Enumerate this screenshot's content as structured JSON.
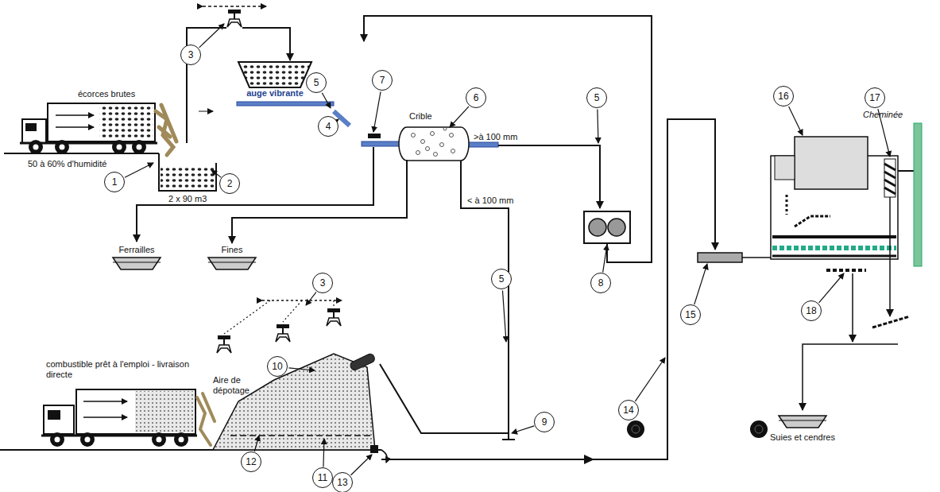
{
  "diagram": {
    "nodes": [
      {
        "text": [
          "auge vibrante"
        ]
      },
      {
        "text": [
          "Crible"
        ]
      },
      {
        "text": [
          "Ferrailles"
        ]
      },
      {
        "text": [
          "Fines"
        ]
      },
      {
        "text": [
          "Suies et cendres"
        ]
      }
    ],
    "edges": [
      {
        "from": 1,
        "to": 3,
        "arrow": "to"
      }
    ],
    "labels": [
      "écorces brutes",
      "50 à 60% d'humidité",
      "2 x 90 m3",
      ">à 100 mm",
      "< à 100 mm",
      "combustible prêt à l'emploi - livraison directe",
      "Aire de dépotage",
      "Cheminée",
      "1",
      "2",
      "3",
      "3",
      "4",
      "5",
      "5",
      "5",
      "6",
      "7",
      "8",
      "9",
      "10",
      "11",
      "12",
      "13",
      "14",
      "15",
      "16",
      "17",
      "18"
    ]
  }
}
